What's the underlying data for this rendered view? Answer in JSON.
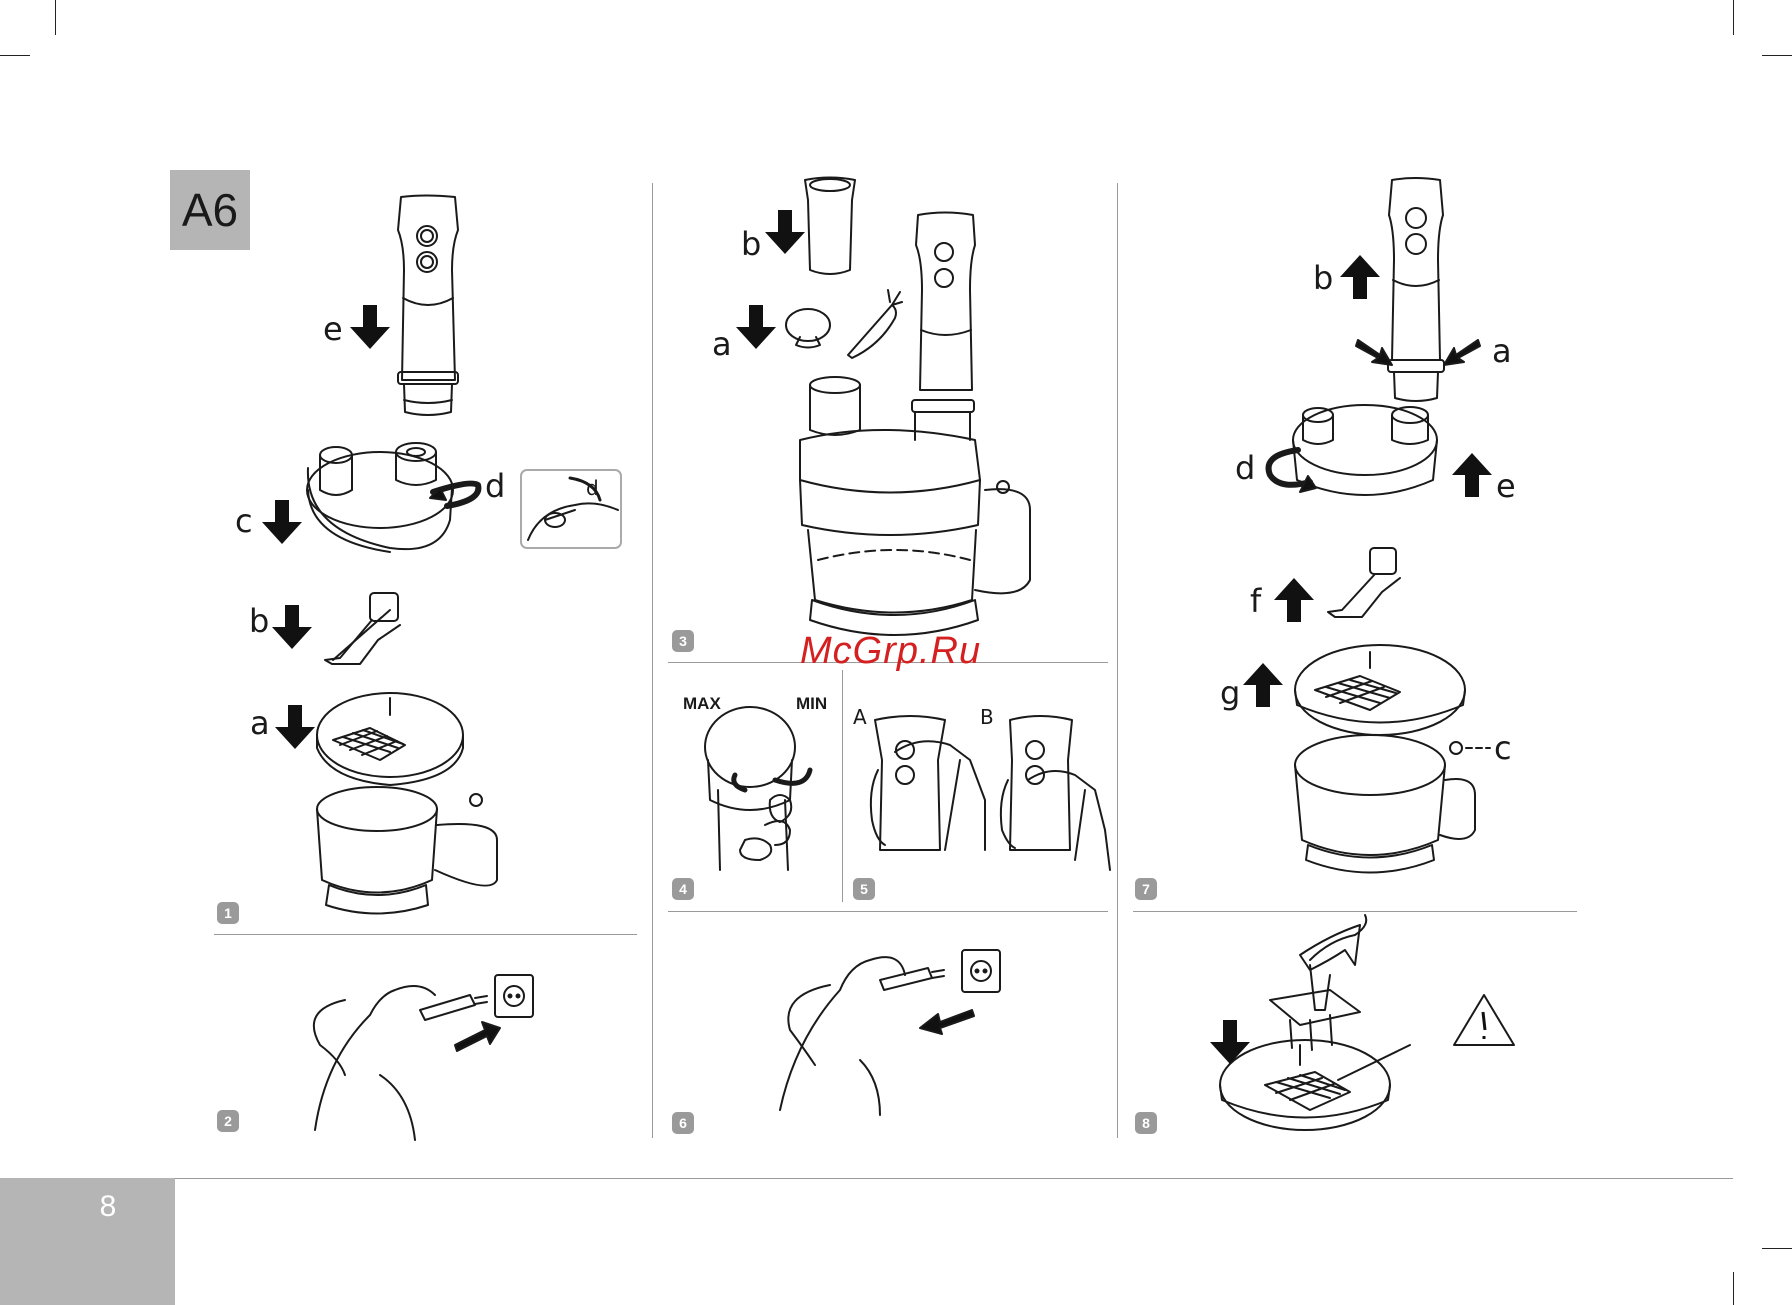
{
  "section": "A6",
  "page_number": "8",
  "watermark": "McGrp.Ru",
  "steps": [
    "1",
    "2",
    "3",
    "4",
    "5",
    "6",
    "7",
    "8"
  ],
  "panel1": {
    "labels": [
      "e",
      "d",
      "c",
      "b",
      "a"
    ],
    "inset_label": "d"
  },
  "panel3": {
    "labels": [
      "b",
      "a"
    ]
  },
  "panel4": {
    "max_label": "MAX",
    "min_label": "MIN"
  },
  "panel5": {
    "label_a": "A",
    "label_b": "B"
  },
  "panel7": {
    "labels": [
      "b",
      "a",
      "d",
      "e",
      "f",
      "g",
      "c"
    ]
  },
  "icons": [
    "arrow-down-icon",
    "arrow-up-icon",
    "rotate-icon",
    "mushroom-icon",
    "carrot-icon",
    "plug-icon",
    "socket-icon",
    "warning-icon"
  ]
}
